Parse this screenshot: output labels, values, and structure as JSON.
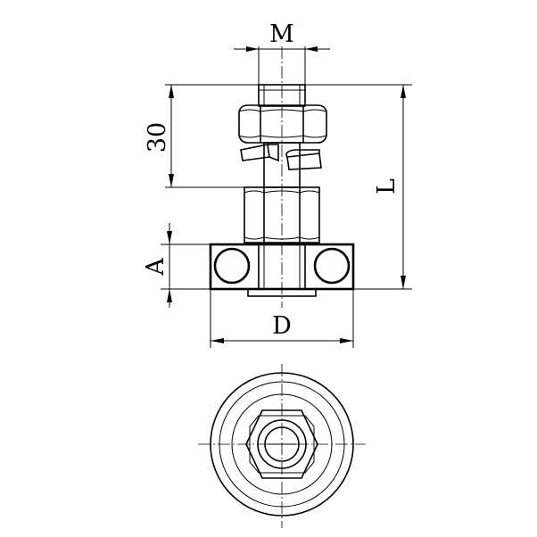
{
  "dimensions": {
    "M": "M",
    "thirty": "30",
    "L": "L",
    "A": "A",
    "D": "D"
  },
  "colors": {
    "line": "#000000",
    "background": "#ffffff",
    "shade": "#e6e6e6"
  }
}
